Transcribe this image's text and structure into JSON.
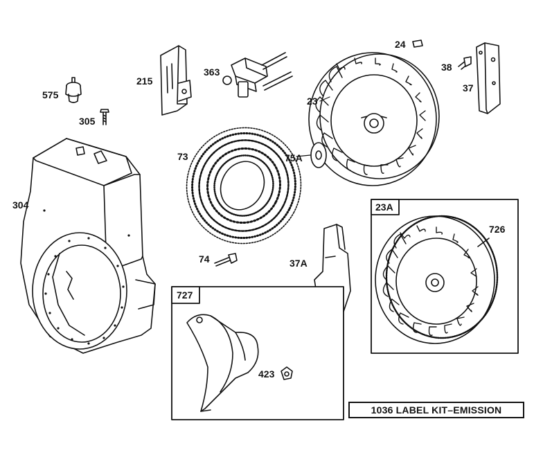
{
  "diagram": {
    "parts": {
      "p575": "575",
      "p305": "305",
      "p215": "215",
      "p363": "363",
      "p24": "24",
      "p38": "38",
      "p37": "37",
      "p23": "23",
      "p73": "73",
      "p75a": "75A",
      "p304": "304",
      "p74": "74",
      "p37a": "37A",
      "p423": "423"
    },
    "boxes": {
      "b727": "727",
      "b23a": "23A",
      "p726": "726"
    },
    "kit_label": "1036 LABEL KIT–EMISSION"
  }
}
